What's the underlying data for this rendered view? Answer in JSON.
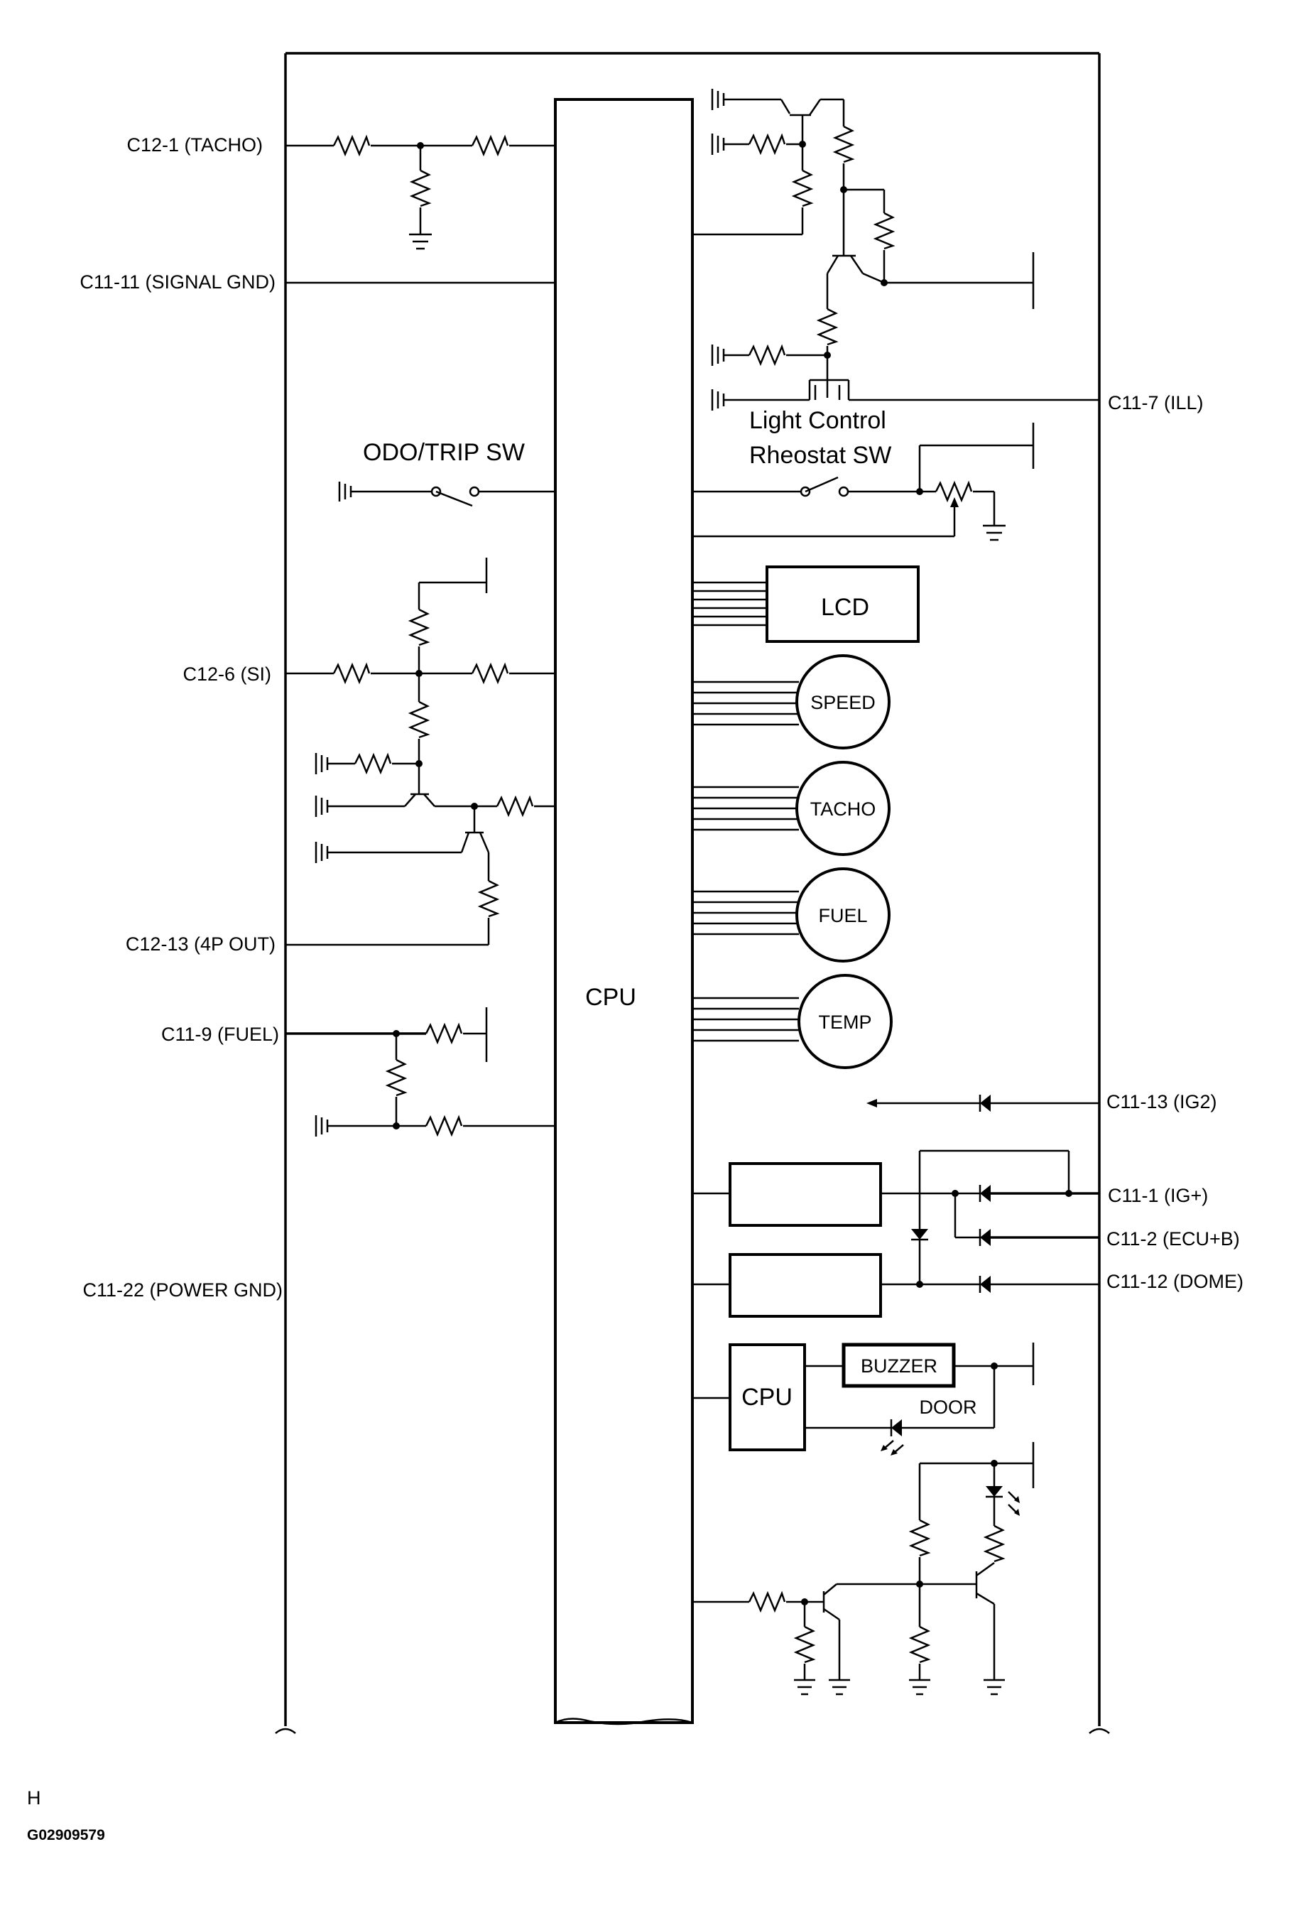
{
  "diagram": {
    "left_terminals": {
      "tacho": "C12-1 (TACHO)",
      "signal_gnd": "C11-11 (SIGNAL GND)",
      "si": "C12-6 (SI)",
      "out4p": "C12-13 (4P OUT)",
      "fuel": "C11-9 (FUEL)",
      "power_gnd": "C11-22 (POWER GND)"
    },
    "right_terminals": {
      "ill": "C11-7 (ILL)",
      "ig2": "C11-13 (IG2)",
      "igp": "C11-1 (IG+)",
      "ecub": "C11-2 (ECU+B)",
      "dome": "C11-12 (DOME)"
    },
    "labels": {
      "odo_trip_sw": "ODO/TRIP SW",
      "light_control": "Light Control",
      "rheostat_sw": "Rheostat SW",
      "main_cpu": "CPU",
      "sub_cpu": "CPU",
      "lcd": "LCD",
      "buzzer": "BUZZER",
      "door": "DOOR"
    },
    "gauges": {
      "speed": "SPEED",
      "tacho": "TACHO",
      "fuel": "FUEL",
      "temp": "TEMP"
    },
    "footer": {
      "letter": "H",
      "code": "G02909579"
    }
  }
}
